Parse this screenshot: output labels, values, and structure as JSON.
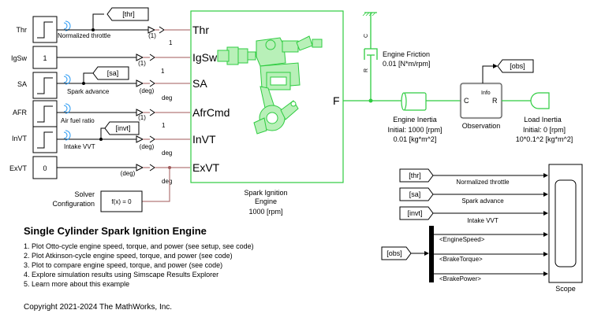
{
  "model": {
    "title": "Single Cylinder Spark Ignition Engine",
    "copyright": "Copyright 2021-2024 The MathWorks, Inc.",
    "links": [
      "1. Plot Otto-cycle engine speed, torque, and power (see setup, see code)",
      "2. Plot Atkinson-cycle engine speed, torque, and power (see code)",
      "3. Plot to compare engine speed, torque, and power (see code)",
      "4. Explore simulation results using Simscape Results Explorer",
      "5. Learn more about this example"
    ]
  },
  "inputs": {
    "thr": {
      "name": "Thr",
      "signal": "Normalized throttle",
      "tag": "[thr]",
      "unit": "(1)",
      "conv": "1"
    },
    "igsw": {
      "name": "IgSw",
      "value": "1",
      "unit": "(1)",
      "conv": "1"
    },
    "sa": {
      "name": "SA",
      "signal": "Spark advance",
      "tag": "[sa]",
      "unit": "(deg)",
      "conv": "deg"
    },
    "afr": {
      "name": "AFR",
      "signal": "Air fuel ratio",
      "unit": "(1)",
      "conv": "1"
    },
    "invt": {
      "name": "InVT",
      "signal": "Intake VVT",
      "tag": "[invt]",
      "unit": "(deg)",
      "conv": "deg"
    },
    "exvt": {
      "name": "ExVT",
      "value": "0",
      "unit": "(deg)",
      "conv": "deg"
    }
  },
  "solver": {
    "label_line1": "Solver",
    "label_line2": "Configuration",
    "expr": "f(x) = 0"
  },
  "engine": {
    "ports": [
      "Thr",
      "IgSw",
      "SA",
      "AfrCmd",
      "InVT",
      "ExVT"
    ],
    "out_port": "F",
    "label_line1": "Spark Ignition",
    "label_line2": "Engine",
    "param": "1000 [rpm]"
  },
  "friction": {
    "label": "Engine Friction",
    "param": "0.01 [N*m/rpm]",
    "port_c": "C",
    "port_r": "R"
  },
  "engine_inertia": {
    "label": "Engine Inertia",
    "param1": "Initial: 1000 [rpm]",
    "param2": "0.01 [kg*m^2]"
  },
  "observation": {
    "label": "Observation",
    "port_c": "C",
    "port_r": "R",
    "info": "Info",
    "tag": "[obs]"
  },
  "load_inertia": {
    "label": "Load Inertia",
    "param1": "Initial: 0 [rpm]",
    "param2": "10*0.1^2 [kg*m^2]"
  },
  "scope": {
    "label": "Scope",
    "inputs": [
      {
        "tag": "[thr]",
        "signal": "Normalized throttle"
      },
      {
        "tag": "[sa]",
        "signal": "Spark advance"
      },
      {
        "tag": "[invt]",
        "signal": "Intake VVT"
      }
    ],
    "bus_tag": "[obs]",
    "bus_signals": [
      "<EngineSpeed>",
      "<BrakeTorque>",
      "<BrakePower>"
    ]
  }
}
